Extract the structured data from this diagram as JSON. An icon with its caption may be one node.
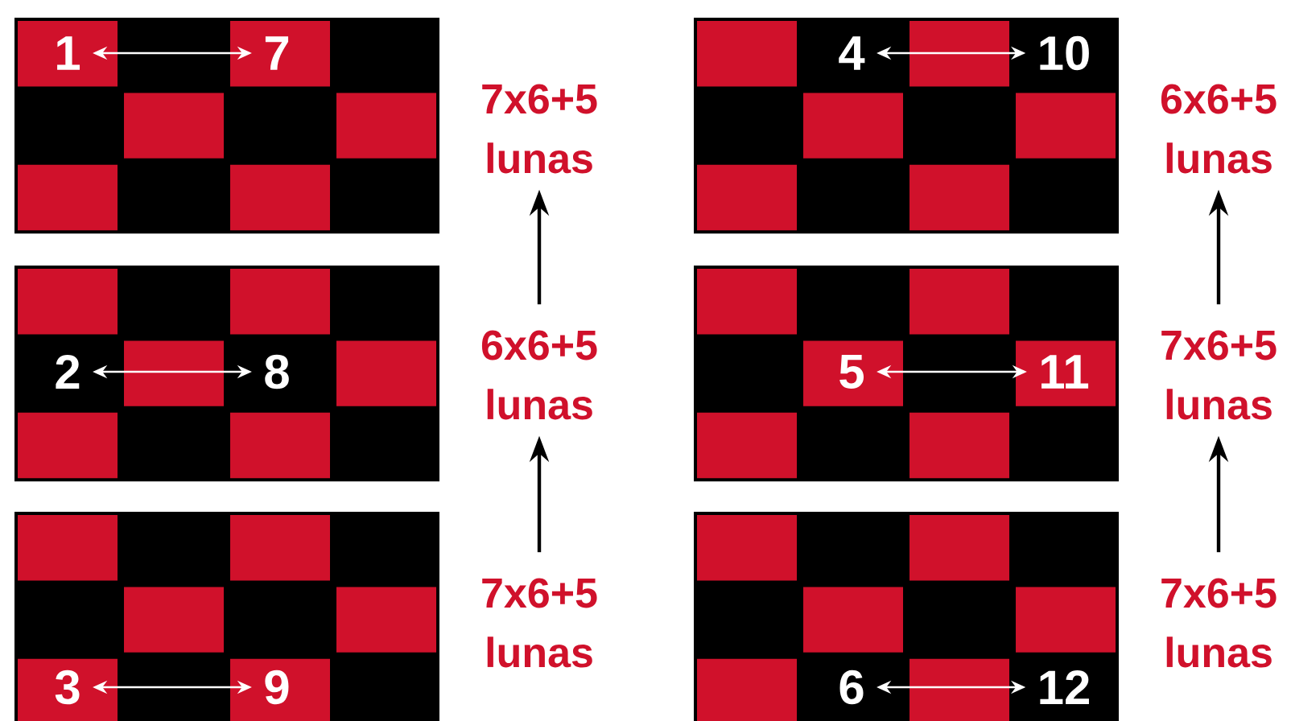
{
  "diagram": {
    "nodes": [
      {
        "text": [
          "1"
        ]
      },
      {
        "text": [
          "2"
        ]
      },
      {
        "text": [
          "3"
        ]
      },
      {
        "text": [
          "4"
        ]
      },
      {
        "text": [
          "5"
        ]
      },
      {
        "text": [
          "6"
        ]
      },
      {
        "text": [
          "7"
        ]
      },
      {
        "text": [
          "8"
        ]
      },
      {
        "text": [
          "9"
        ]
      },
      {
        "text": [
          "10"
        ]
      },
      {
        "text": [
          "11"
        ]
      },
      {
        "text": [
          "12"
        ]
      },
      {
        "text": [
          "7x6+5 lunas"
        ]
      },
      {
        "text": [
          "6x6+5 lunas"
        ]
      },
      {
        "text": [
          "7x6+5 lunas"
        ]
      },
      {
        "text": [
          "6x6+5 lunas"
        ]
      },
      {
        "text": [
          "7x6+5 lunas"
        ]
      },
      {
        "text": [
          "7x6+5 lunas"
        ]
      }
    ],
    "edges": [
      {
        "from": 0,
        "to": 6,
        "arrow": "both"
      },
      {
        "from": 1,
        "to": 7,
        "arrow": "both"
      },
      {
        "from": 2,
        "to": 8,
        "arrow": "both"
      },
      {
        "from": 3,
        "to": 9,
        "arrow": "both"
      },
      {
        "from": 4,
        "to": 10,
        "arrow": "both"
      },
      {
        "from": 5,
        "to": 11,
        "arrow": "both"
      },
      {
        "from": 13,
        "to": 12,
        "arrow": "to",
        "color": "#000000"
      },
      {
        "from": 14,
        "to": 13,
        "arrow": "to",
        "color": "#000000"
      },
      {
        "from": 16,
        "to": 15,
        "arrow": "to",
        "color": "#000000"
      },
      {
        "from": 17,
        "to": 16,
        "arrow": "to",
        "color": "#000000"
      }
    ]
  }
}
